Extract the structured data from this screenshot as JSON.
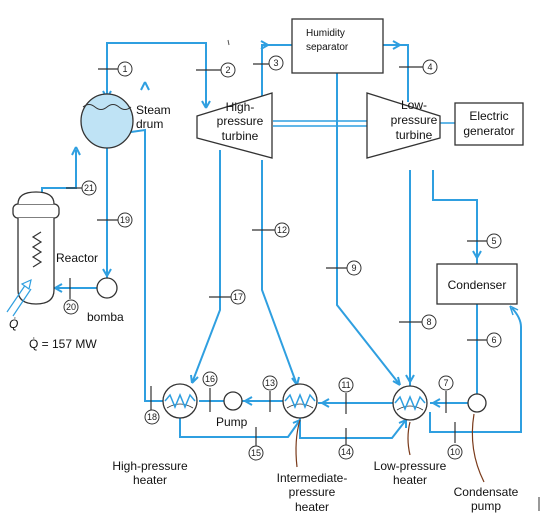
{
  "components": {
    "steam_drum": [
      "Steam",
      "drum"
    ],
    "hp_turbine": [
      "High-",
      "pressure",
      "turbine"
    ],
    "lp_turbine": [
      "Low-",
      "pressure",
      "turbine"
    ],
    "humidity_separator": [
      "Humidity",
      "separator"
    ],
    "electric_generator": [
      "Electric",
      "generator"
    ],
    "condenser": "Condenser",
    "reactor": "Reactor",
    "bomba": "bomba",
    "pump": "Pump",
    "hp_heater": [
      "High-pressure",
      "heater"
    ],
    "ip_heater": [
      "Intermediate-",
      "pressure",
      "heater"
    ],
    "lp_heater": [
      "Low-pressure",
      "heater"
    ],
    "condensate_pump": [
      "Condensate",
      "pump"
    ]
  },
  "heat_input": {
    "symbol": "Q̇",
    "equation": "Q̇ = 157 MW"
  },
  "state_points": [
    "1",
    "2",
    "3",
    "4",
    "5",
    "6",
    "7",
    "8",
    "9",
    "10",
    "11",
    "12",
    "13",
    "14",
    "15",
    "16",
    "17",
    "18",
    "19",
    "20",
    "21"
  ],
  "colors": {
    "pipe": "#2f9fe0",
    "drum_fill": "#bfe3f5",
    "pointer": "#7a3a1a"
  }
}
